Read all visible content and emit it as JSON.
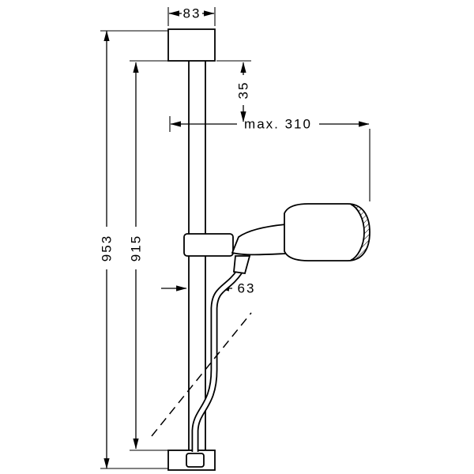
{
  "page": {
    "background_color": "#ffffff",
    "line_color": "#000000"
  },
  "drawing": {
    "kind": "shower-rail-set-dimension-drawing",
    "labels": {
      "width_top": "83",
      "offset_top": "35",
      "max_reach": "max. 310",
      "height_total": "953",
      "height_bar": "915",
      "depth_holder": "63"
    }
  }
}
